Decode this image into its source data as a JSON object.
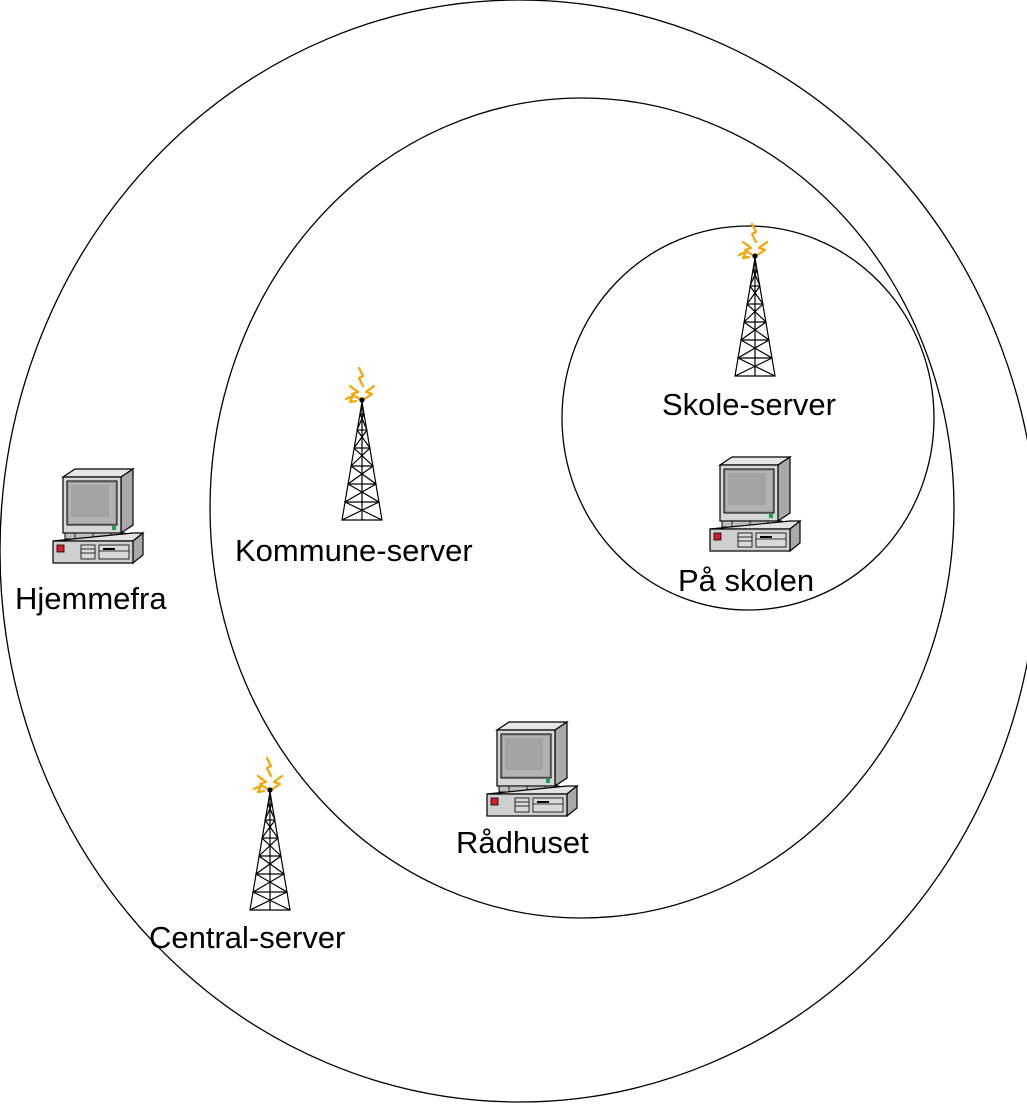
{
  "diagram": {
    "zones": [
      {
        "id": "central"
      },
      {
        "id": "kommune"
      },
      {
        "id": "skole"
      }
    ],
    "towers": [
      {
        "id": "skole-server",
        "label": "Skole-server",
        "icon": "radio-tower-icon"
      },
      {
        "id": "kommune-server",
        "label": "Kommune-server",
        "icon": "radio-tower-icon"
      },
      {
        "id": "central-server",
        "label": "Central-server",
        "icon": "radio-tower-icon"
      }
    ],
    "computers": [
      {
        "id": "pa-skolen",
        "label": "På skolen",
        "icon": "desktop-computer-icon"
      },
      {
        "id": "hjemmefra",
        "label": "Hjemmefra",
        "icon": "desktop-computer-icon"
      },
      {
        "id": "radhuset",
        "label": "Rådhuset",
        "icon": "desktop-computer-icon"
      }
    ],
    "colors": {
      "outline": "#000000",
      "signal": "#f5a500",
      "monitor_screen": "#9a9a9a",
      "computer_body": "#cfcfcf",
      "power_led": "#1aa34a",
      "drive_light": "#d81f26"
    }
  }
}
